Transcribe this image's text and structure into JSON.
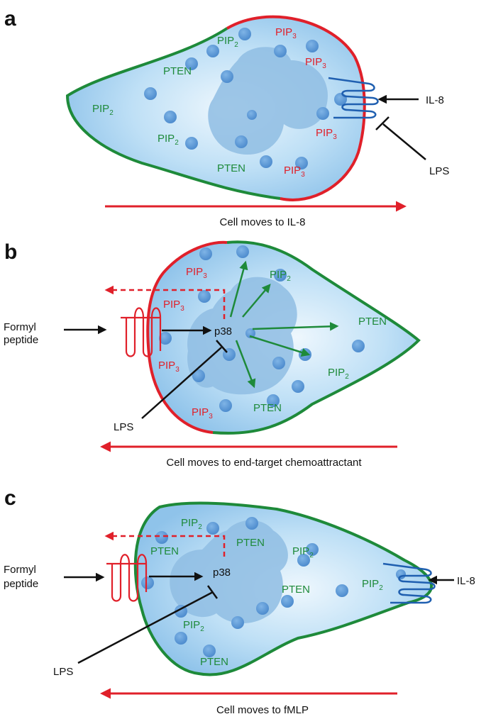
{
  "panels": {
    "a": {
      "label": "a",
      "caption": "Cell moves to IL-8",
      "receptor_label": "IL-8",
      "inhibitor_label": "LPS",
      "green_labels": [
        {
          "base": "PIP",
          "sub": "2"
        },
        {
          "base": "PTEN",
          "sub": ""
        },
        {
          "base": "PIP",
          "sub": "2"
        },
        {
          "base": "PIP",
          "sub": "2"
        },
        {
          "base": "PTEN",
          "sub": ""
        }
      ],
      "red_labels": [
        {
          "base": "PIP",
          "sub": "3"
        },
        {
          "base": "PIP",
          "sub": "3"
        },
        {
          "base": "PIP",
          "sub": "3"
        },
        {
          "base": "PIP",
          "sub": "3"
        }
      ]
    },
    "b": {
      "label": "b",
      "caption": "Cell moves to end-target chemoattractant",
      "receptor_label_line1": "Formyl",
      "receptor_label_line2": "peptide",
      "kinase_label": "p38",
      "inhibitor_label": "LPS",
      "green_labels": [
        {
          "base": "PIP",
          "sub": "2"
        },
        {
          "base": "PTEN",
          "sub": ""
        },
        {
          "base": "PIP",
          "sub": "2"
        },
        {
          "base": "PTEN",
          "sub": ""
        }
      ],
      "red_labels": [
        {
          "base": "PIP",
          "sub": "3"
        },
        {
          "base": "PIP",
          "sub": "3"
        },
        {
          "base": "PIP",
          "sub": "3"
        },
        {
          "base": "PIP",
          "sub": "3"
        }
      ]
    },
    "c": {
      "label": "c",
      "caption": "Cell moves to fMLP",
      "receptor_label_line1": "Formyl",
      "receptor_label_line2": "peptide",
      "kinase_label": "p38",
      "inhibitor_label": "LPS",
      "right_receptor_label": "IL-8",
      "green_labels": [
        {
          "base": "PIP",
          "sub": "2"
        },
        {
          "base": "PTEN",
          "sub": ""
        },
        {
          "base": "PTEN",
          "sub": ""
        },
        {
          "base": "PIP",
          "sub": "2"
        },
        {
          "base": "PTEN",
          "sub": ""
        },
        {
          "base": "PIP",
          "sub": "2"
        },
        {
          "base": "PIP",
          "sub": "2"
        },
        {
          "base": "PTEN",
          "sub": ""
        }
      ]
    }
  },
  "colors": {
    "membrane_green": "#1e8a3a",
    "membrane_red": "#e0202a",
    "receptor_blue": "#1f5fb0",
    "cytoplasm": "#a9d2f0",
    "nucleus": "#8fbde3",
    "granule": "#5a98d6"
  }
}
